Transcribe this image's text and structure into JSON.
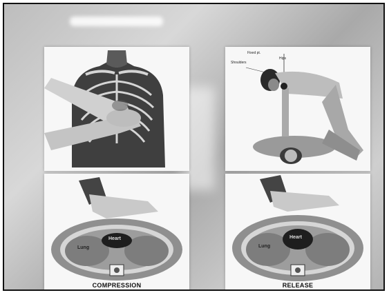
{
  "panels": {
    "compression": {
      "caption": "COMPRESSION",
      "labels": {
        "lung": "Lung",
        "heart": "Heart"
      }
    },
    "release": {
      "caption": "RELEASE",
      "labels": {
        "lung": "Lung",
        "heart": "Heart"
      }
    },
    "posture": {
      "labels": {
        "a": "Fixed pt.",
        "b": "Shoulders",
        "c": "Hips"
      }
    }
  },
  "colors": {
    "skin": "#6a6a6a",
    "shirt": "#3f3f3f",
    "bone": "#e6e6e6",
    "heart": "#1e1e1e",
    "tissue": "#8f8f8f"
  }
}
